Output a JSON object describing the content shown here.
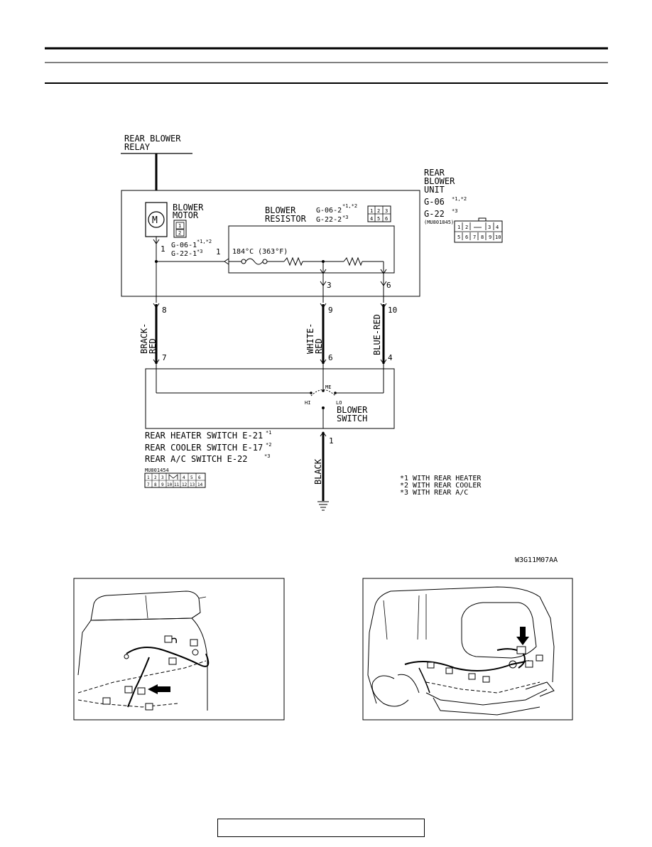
{
  "diagram": {
    "relay_label_line1": "REAR BLOWER",
    "relay_label_line2": "RELAY",
    "unit_label_line1": "REAR",
    "unit_label_line2": "BLOWER",
    "unit_label_line3": "UNIT",
    "unit_conn_1": "G-06",
    "unit_conn_1_note": "*1,*2",
    "unit_conn_2": "G-22",
    "unit_conn_2_note": "*3",
    "unit_part_no": "(MU801845)",
    "unit_pins_top": [
      "1",
      "2",
      "",
      "3",
      "4"
    ],
    "unit_pins_bottom": [
      "5",
      "6",
      "7",
      "8",
      "9",
      "10"
    ],
    "motor_label_line1": "BLOWER",
    "motor_label_line2": "MOTOR",
    "motor_symbol": "M",
    "motor_conn_pins": [
      "1",
      "2"
    ],
    "motor_conn_1": "G-06-1",
    "motor_conn_1_note": "*1,*2",
    "motor_conn_2": "G-22-1",
    "motor_conn_2_note": "*3",
    "motor_pin_left": "1",
    "motor_pin_right": "1",
    "resistor_label_line1": "BLOWER",
    "resistor_label_line2": "RESISTOR",
    "resistor_conn_1": "G-06-2",
    "resistor_conn_1_note": "*1,*2",
    "resistor_conn_2": "G-22-2",
    "resistor_conn_2_note": "*3",
    "resistor_conn_pins": [
      "1",
      "2",
      "3",
      "4",
      "5",
      "6"
    ],
    "fuse_label": "184°C (363°F)",
    "resistor_pin_3": "3",
    "resistor_pin_6": "6",
    "unit_pin_8": "8",
    "unit_pin_9": "9",
    "unit_pin_10": "10",
    "wire_1_line1": "BRACK-",
    "wire_1_line2": "RED",
    "wire_2_line1": "WHITE-",
    "wire_2_line2": "RED",
    "wire_3": "BLUE-RED",
    "switch_pin_7": "7",
    "switch_pin_6": "6",
    "switch_pin_4": "4",
    "switch_pin_1": "1",
    "switch_label_line1": "BLOWER",
    "switch_label_line2": "SWITCH",
    "switch_pos_hi": "HI",
    "switch_pos_me": "ME",
    "switch_pos_lo": "LO",
    "switch_name_1": "REAR HEATER SWITCH E-21",
    "switch_name_1_note": "*1",
    "switch_name_2": "REAR COOLER SWITCH E-17",
    "switch_name_2_note": "*2",
    "switch_name_3": "REAR A/C SWITCH E-22",
    "switch_name_3_note": "*3",
    "switch_part_no": "MU801454",
    "switch_pins_top": [
      "1",
      "2",
      "3",
      "",
      "4",
      "5",
      "6"
    ],
    "switch_pins_bottom": [
      "7",
      "8",
      "9",
      "10",
      "11",
      "12",
      "13",
      "14"
    ],
    "wire_ground": "BLACK",
    "notes": [
      "*1 WITH REAR HEATER",
      "*2 WITH REAR COOLER",
      "*3 WITH REAR A/C"
    ],
    "figure_id": "W3G11M07AA"
  }
}
